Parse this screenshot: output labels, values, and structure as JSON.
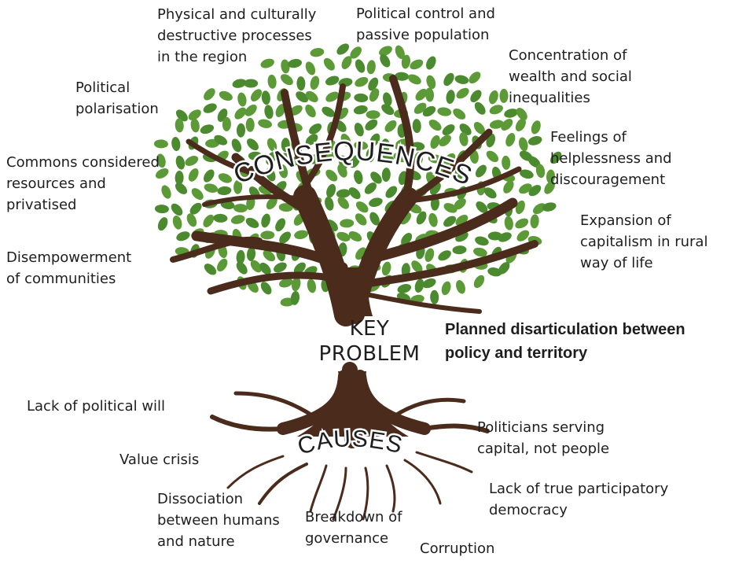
{
  "colors": {
    "trunk": "#4a2b1c",
    "leaf": "#5b9a37",
    "leaf_dark": "#4b8a2e",
    "text": "#1e1e1e"
  },
  "banners": {
    "consequences": "CONSEQUENCES",
    "causes": "CAUSES"
  },
  "key_problem": {
    "heading": "KEY\nPROBLEM",
    "statement": "Planned disarticulation between\npolicy and territory"
  },
  "consequences": [
    "Physical and culturally\ndestructive processes\nin the region",
    "Political control and\npassive population",
    "Concentration of\nwealth and social\ninequalities",
    "Political\npolarisation",
    "Feelings of\nhelplessness and\ndiscouragement",
    "Commons considered\nresources and\nprivatised",
    "Expansion of\ncapitalism in rural\nway of life",
    "Disempowerment\nof communities"
  ],
  "causes": [
    "Lack of political will",
    "Politicians serving\ncapital, not people",
    "Value crisis",
    "Lack of true participatory\ndemocracy",
    "Dissociation\nbetween humans\nand nature",
    "Breakdown of\ngovernance",
    "Corruption"
  ]
}
